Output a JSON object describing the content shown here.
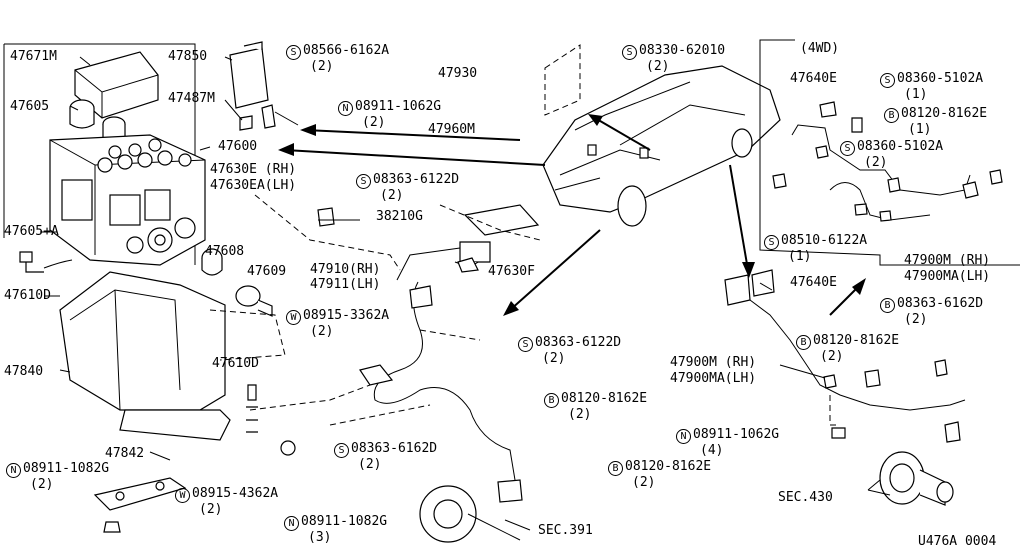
{
  "diagram_code": "U476A 0004",
  "variant_4wd": "(4WD)",
  "callouts": [
    {
      "id": "c47671m",
      "text": "47671M"
    },
    {
      "id": "c47605",
      "text": "47605"
    },
    {
      "id": "c47605a",
      "text": "47605+A"
    },
    {
      "id": "c47610d_l",
      "text": "47610D"
    },
    {
      "id": "c47850",
      "text": "47850"
    },
    {
      "id": "c47487m",
      "text": "47487M"
    },
    {
      "id": "c47600",
      "text": "47600"
    },
    {
      "id": "c47630e",
      "text": "47630E (RH)"
    },
    {
      "id": "c47630ea",
      "text": "47630EA(LH)"
    },
    {
      "id": "c38210g",
      "text": "38210G"
    },
    {
      "id": "c47608",
      "text": "47608"
    },
    {
      "id": "c47609",
      "text": "47609"
    },
    {
      "id": "c47910",
      "text": "47910(RH)"
    },
    {
      "id": "c47911",
      "text": "47911(LH)"
    },
    {
      "id": "c47630f",
      "text": "47630F"
    },
    {
      "id": "c47610d_m",
      "text": "47610D"
    },
    {
      "id": "c47840",
      "text": "47840"
    },
    {
      "id": "c47842",
      "text": "47842"
    },
    {
      "id": "c47930",
      "text": "47930"
    },
    {
      "id": "c47960m",
      "text": "47960M"
    },
    {
      "id": "c47640e_t",
      "text": "47640E"
    },
    {
      "id": "c47640e_b",
      "text": "47640E"
    },
    {
      "id": "c47900m_r",
      "text": "47900M (RH)"
    },
    {
      "id": "c47900ma_r",
      "text": "47900MA(LH)"
    },
    {
      "id": "c47900m_l",
      "text": "47900M (RH)"
    },
    {
      "id": "c47900ma_l",
      "text": "47900MA(LH)"
    },
    {
      "id": "csec430",
      "text": "SEC.430"
    },
    {
      "id": "csec391",
      "text": "SEC.391"
    }
  ],
  "fasteners": [
    {
      "id": "f1",
      "symbol": "S",
      "part": "08566-6162A",
      "qty": "(2)"
    },
    {
      "id": "f2",
      "symbol": "S",
      "part": "08330-62010",
      "qty": "(2)"
    },
    {
      "id": "f3",
      "symbol": "N",
      "part": "08911-1062G",
      "qty": "(2)"
    },
    {
      "id": "f4",
      "symbol": "S",
      "part": "08363-6122D",
      "qty": "(2)"
    },
    {
      "id": "f5",
      "symbol": "W",
      "part": "08915-3362A",
      "qty": "(2)"
    },
    {
      "id": "f6",
      "symbol": "S",
      "part": "08363-6122D",
      "qty": "(2)"
    },
    {
      "id": "f7",
      "symbol": "B",
      "part": "08120-8162E",
      "qty": "(2)"
    },
    {
      "id": "f8",
      "symbol": "S",
      "part": "08363-6162D",
      "qty": "(2)"
    },
    {
      "id": "f9",
      "symbol": "B",
      "part": "08120-8162E",
      "qty": "(2)"
    },
    {
      "id": "f10",
      "symbol": "N",
      "part": "08911-1082G",
      "qty": "(2)"
    },
    {
      "id": "f11",
      "symbol": "W",
      "part": "08915-4362A",
      "qty": "(2)"
    },
    {
      "id": "f12",
      "symbol": "N",
      "part": "08911-1082G",
      "qty": "(3)"
    },
    {
      "id": "f13",
      "symbol": "S",
      "part": "08360-5102A",
      "qty": "(1)"
    },
    {
      "id": "f14",
      "symbol": "B",
      "part": "08120-8162E",
      "qty": "(1)"
    },
    {
      "id": "f15",
      "symbol": "S",
      "part": "08360-5102A",
      "qty": "(2)"
    },
    {
      "id": "f16",
      "symbol": "S",
      "part": "08510-6122A",
      "qty": "(1)"
    },
    {
      "id": "f17",
      "symbol": "B",
      "part": "08363-6162D",
      "qty": "(2)"
    },
    {
      "id": "f18",
      "symbol": "B",
      "part": "08120-8162E",
      "qty": "(2)"
    },
    {
      "id": "f19",
      "symbol": "N",
      "part": "08911-1062G",
      "qty": "(4)"
    }
  ]
}
